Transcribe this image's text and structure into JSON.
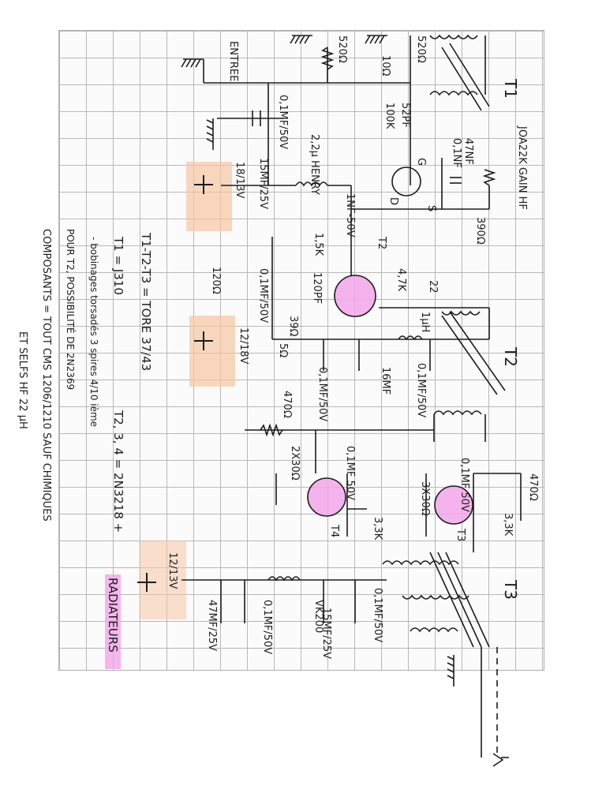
{
  "colors": {
    "ink": "#1c1c1c",
    "grid": "#b8b8b8",
    "highlight_orange": "#f6c6a4",
    "highlight_pink": "#f2a6ea"
  },
  "labels": {
    "entree": "ENTREE",
    "r_520_in": "520Ω",
    "r_10": "10Ω",
    "t1_r520": "520Ω",
    "t1": "T1",
    "c_052": "0,1MF/50V",
    "henry": "2,2µ HENRY",
    "c_15mf": "15MF/25V",
    "v_18": "18/13V",
    "c_52pf": "52PF",
    "r_100k": "100K",
    "c_47nf": "47NF",
    "c_01nf": "0,1NF",
    "joa": "JOA22K GAIN HF",
    "r_390": "390Ω",
    "g": "G",
    "s": "S",
    "d": "D",
    "c_1nf": "1NF-50V",
    "t2_mark": "T2",
    "r_15k": "1,5K",
    "r_47k": "4,7K",
    "r_22": "22",
    "r_120": "120Ω",
    "c_01mf_b": "0,1MF/50V",
    "c_120pf": "120PF",
    "r_39": "39Ω",
    "uh": "1µH",
    "v_12a": "12/18V",
    "r_5": "5Ω",
    "c_01mf_c": "0,1MF/50V",
    "c_16mf": "16MF",
    "c_01mf_d": "0,1MF/50V",
    "t2": "T2",
    "r_470": "470Ω",
    "r_2x30": "2X30Ω",
    "c_01mf_e": "0,1MF 50V",
    "c_01mf_f": "0,1MF 50V",
    "r_3x30": "3X30Ω",
    "r_33k_a": "3,3K",
    "r_33k_b": "3,3K",
    "r_470_b": "470Ω",
    "t4": "T4",
    "t3_mark": "T3",
    "v_12b": "12/13V",
    "c_47mf": "47MF/25V",
    "c_01mf_g": "0,1MF/50V",
    "vk200": "VK200",
    "c_15mf_b": "15MF/25V",
    "c_01mf_h": "0,1MF/50V",
    "t3": "T3"
  },
  "notes": {
    "line1": "T1-T2-T3 = TORE 37/43",
    "line2_a": "T1 = J310",
    "line2_b": "T2, 3, 4 = 2N3218 +",
    "radiateurs": "RADIATEURS",
    "line3": "- bobinages torsadés 3 spires 4/10 ième",
    "line4": "POUR T2, POSSIBILITÉ DE 2N2369",
    "line5": "COMPOSANTS = TOUT CMS 1206/1210 SAUF CHIMIQUES",
    "line6": "ET SELFS HF 22 µH"
  }
}
